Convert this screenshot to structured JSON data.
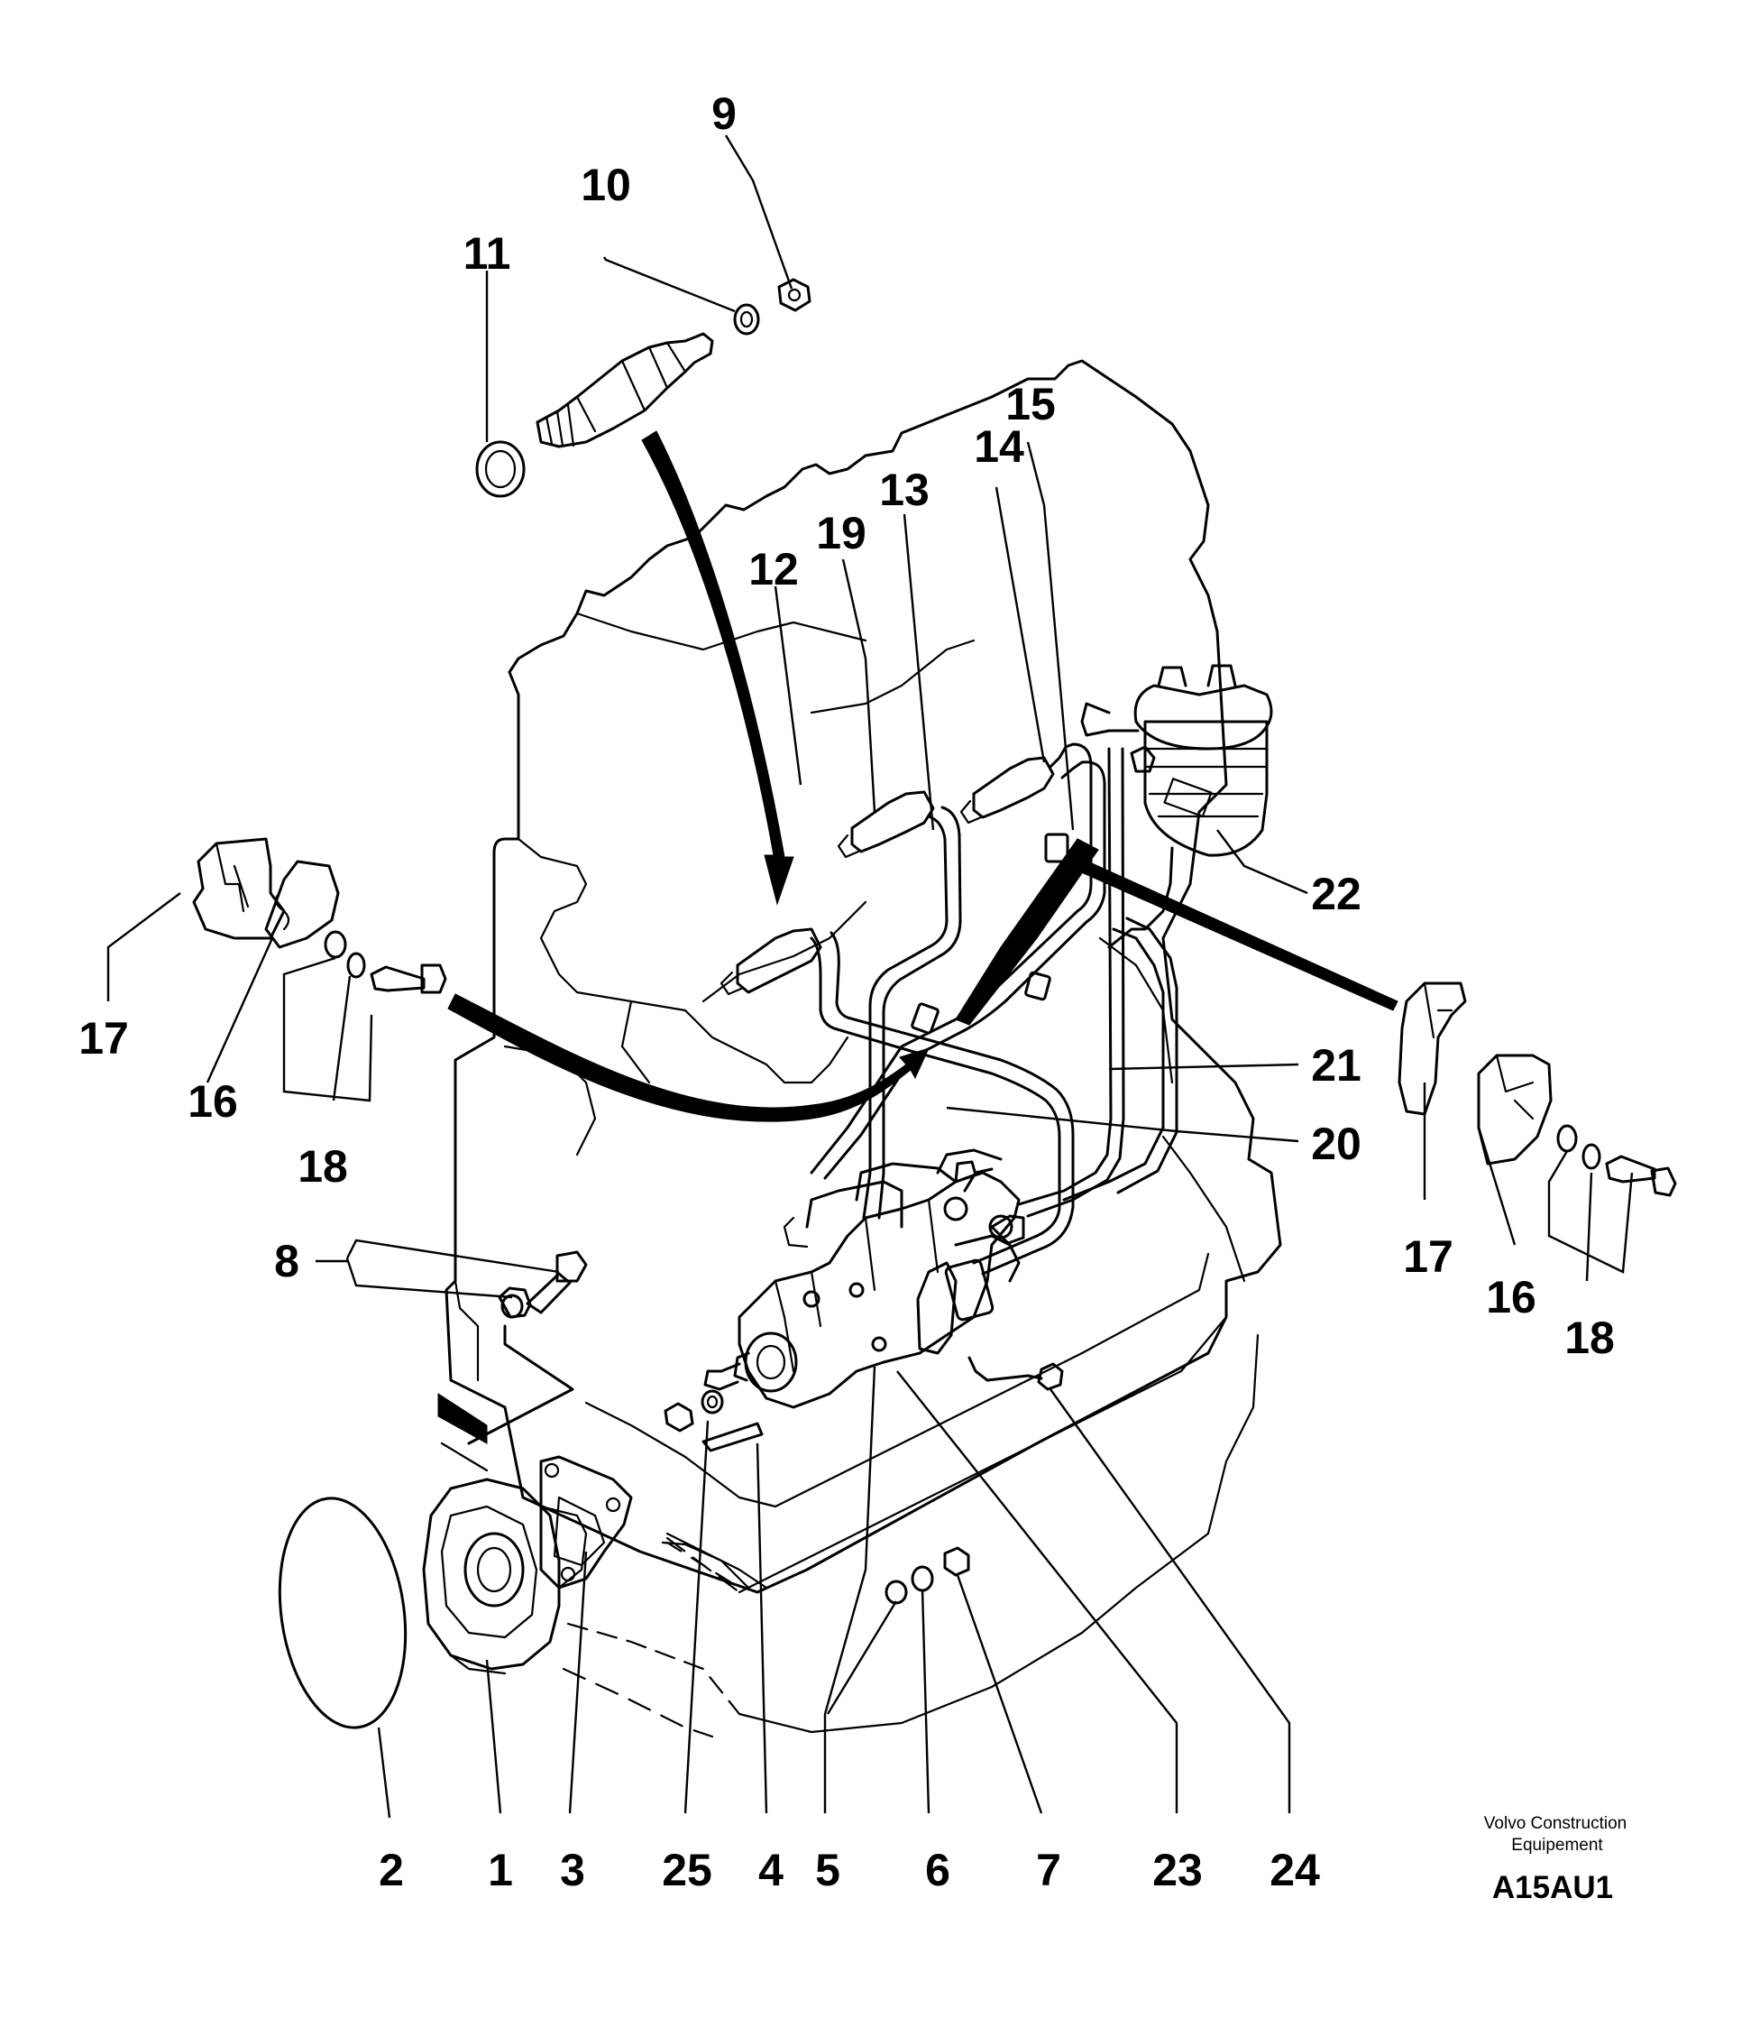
{
  "callouts": {
    "c1": "1",
    "c2": "2",
    "c3": "3",
    "c4": "4",
    "c5": "5",
    "c6": "6",
    "c7": "7",
    "c8": "8",
    "c9": "9",
    "c10": "10",
    "c11": "11",
    "c12": "12",
    "c13": "13",
    "c14": "14",
    "c15": "15",
    "c16a": "16",
    "c16b": "16",
    "c17a": "17",
    "c17b": "17",
    "c18a": "18",
    "c18b": "18",
    "c19": "19",
    "c20": "20",
    "c21": "21",
    "c22": "22",
    "c23": "23",
    "c24": "24",
    "c25": "25"
  },
  "footer": {
    "brand_line1": "Volvo Construction",
    "brand_line2": "Equipement",
    "figure_code": "A15AU1"
  }
}
